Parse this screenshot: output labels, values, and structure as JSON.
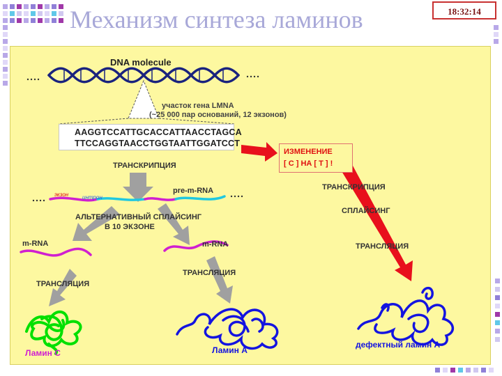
{
  "slide": {
    "title": "Механизм синтеза ламинов",
    "clock": "18:32:14"
  },
  "diagram": {
    "dna_label": "DNA molecule",
    "gene_region": "участок гена LMNA",
    "gene_size": "(~25 000 пар оснований, 12 экзонов)",
    "seq_top": "AAGGTCCATTGCACCATTAACCTAGCA",
    "seq_bottom": "TTCCAGGTAACCTGGTAATTGGATCCT",
    "mutation_title": "ИЗМЕНЕНИЕ",
    "mutation_detail": "[ C ] НА [ T ]  !",
    "transcription_left": "ТРАНСКРИПЦИЯ",
    "pre_mrna": "pre-m-RNA",
    "exon_label": "экзон",
    "intron_label": "интрон",
    "alt_splicing_1": "АЛЬТЕРНАТИВНЫЙ СПЛАЙСИНГ",
    "alt_splicing_2": "В 10 ЭКЗОНЕ",
    "mrna_left": "m-RNA",
    "mrna_right": "m-RNA",
    "translation_left": "ТРАНСЛЯЦИЯ",
    "translation_middle": "ТРАНСЛЯЦИЯ",
    "transcription_right": "ТРАНСКРИПЦИЯ",
    "splicing_right": "СПЛАЙСИНГ",
    "translation_right": "ТРАНСЛЯЦИЯ",
    "lamin_c": "Ламин С",
    "lamin_a": "Ламин А",
    "defective_lamin": "дефектный ламин А",
    "colors": {
      "dna": "#1a237e",
      "arrow_gray": "#a0a0a0",
      "arrow_red": "#e8101c",
      "rna_magenta": "#d020d0",
      "rna_cyan": "#20c8e0",
      "lamin_green": "#00e000",
      "lamin_blue": "#1414e0",
      "panel": "#fdf8a0",
      "mutation_text": "#e01010"
    }
  }
}
